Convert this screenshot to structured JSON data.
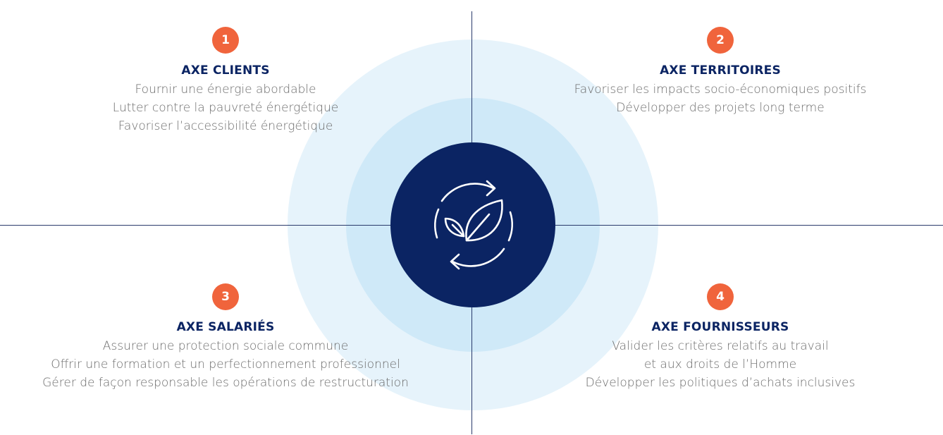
{
  "core": {
    "icon": "recycle-leaf-icon",
    "colors": {
      "core": "#0b2463",
      "ring_inner": "#cfe9f8",
      "ring_outer": "#e6f3fb",
      "badge": "#f0643c"
    }
  },
  "quadrants": [
    {
      "number": "1",
      "title": "AXE CLIENTS",
      "lines": [
        "Fournir une énergie abordable",
        "Lutter contre la pauvreté énergétique",
        "Favoriser l’accessibilité énergétique"
      ]
    },
    {
      "number": "2",
      "title": "AXE TERRITOIRES",
      "lines": [
        "Favoriser les impacts socio-économiques positifs",
        "Développer des projets long terme"
      ]
    },
    {
      "number": "3",
      "title": "AXE SALARIÉS",
      "lines": [
        "Assurer une protection sociale commune",
        "Offrir une formation et un perfectionnement professionnel",
        "Gérer de façon responsable les opérations de restructuration"
      ]
    },
    {
      "number": "4",
      "title": "AXE FOURNISSEURS",
      "lines": [
        "Valider les critères relatifs au travail",
        "et aux droits de l’Homme",
        "Développer les politiques d’achats inclusives"
      ]
    }
  ]
}
